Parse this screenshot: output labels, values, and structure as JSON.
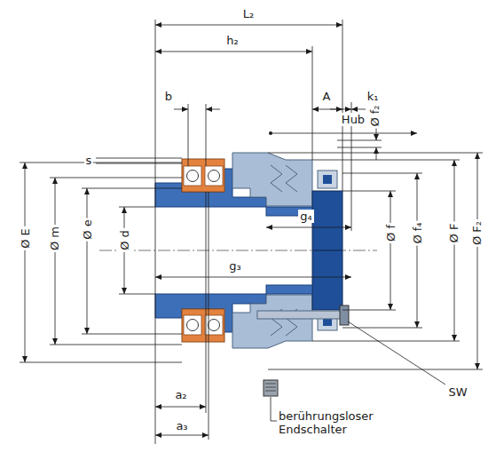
{
  "diagram": {
    "labels": [
      "L₂",
      "h₂",
      "b",
      "A",
      "k₁",
      "Hub",
      "s",
      "Ø f₂",
      "Ø E",
      "Ø m",
      "Ø e",
      "Ø d",
      "g₄",
      "g₃",
      "Ø f",
      "Ø f₄",
      "Ø F",
      "Ø F₂",
      "SW",
      "a₂",
      "a₃",
      "berührungsloser Endschalter"
    ]
  }
}
